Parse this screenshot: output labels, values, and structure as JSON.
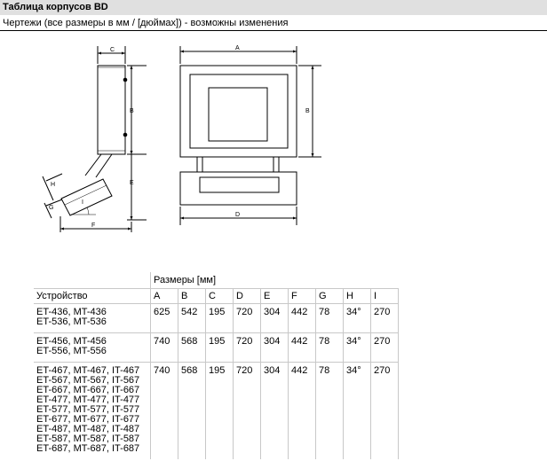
{
  "header": {
    "title": "Таблица корпусов BD",
    "subtitle": "Чертежи (все размеры в мм / [дюймах]) - возможны изменения"
  },
  "drawing": {
    "labels": {
      "a": "A",
      "b": "B",
      "c": "C",
      "d": "D",
      "e": "E",
      "f": "F",
      "g": "G",
      "h": "H",
      "i": "I"
    }
  },
  "table": {
    "unit_header": "Размеры [мм]",
    "device_header": "Устройство",
    "columns": [
      "A",
      "B",
      "C",
      "D",
      "E",
      "F",
      "G",
      "H",
      "I"
    ],
    "rows": [
      {
        "devices": [
          "ET-436, MT-436",
          "ET-536, MT-536"
        ],
        "values": [
          "625",
          "542",
          "195",
          "720",
          "304",
          "442",
          "78",
          "34°",
          "270"
        ]
      },
      {
        "devices": [
          "ET-456, MT-456",
          "ET-556, MT-556"
        ],
        "values": [
          "740",
          "568",
          "195",
          "720",
          "304",
          "442",
          "78",
          "34°",
          "270"
        ]
      },
      {
        "devices": [
          "ET-467, MT-467, IT-467",
          "ET-567, MT-567, IT-567",
          "ET-667, MT-667, IT-667",
          "ET-477, MT-477, IT-477",
          "ET-577, MT-577, IT-577",
          "ET-677, MT-677, IT-677",
          "ET-487, MT-487, IT-487",
          "ET-587, MT-587, IT-587",
          "ET-687, MT-687, IT-687"
        ],
        "values": [
          "740",
          "568",
          "195",
          "720",
          "304",
          "442",
          "78",
          "34°",
          "270"
        ]
      }
    ]
  }
}
